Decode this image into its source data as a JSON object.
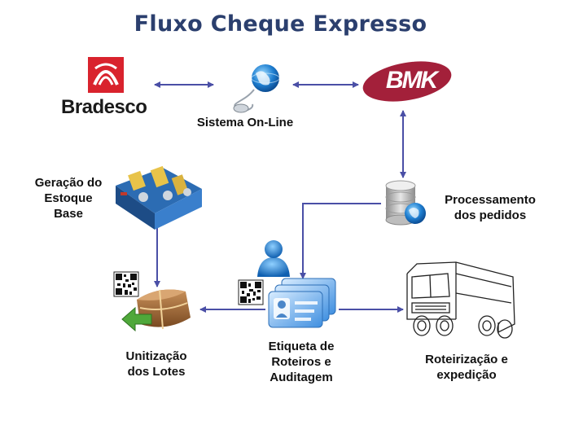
{
  "title": "Fluxo Cheque Expresso",
  "nodes": {
    "bradesco": "Bradesco",
    "sistema": "Sistema On-Line",
    "bmk": "BMK",
    "geracao": [
      "Geração do",
      "Estoque",
      "Base"
    ],
    "processamento": [
      "Processamento",
      "dos pedidos"
    ],
    "unitizacao": [
      "Unitização",
      "dos Lotes"
    ],
    "etiqueta": [
      "Etiqueta de",
      "Roteiros e",
      "Auditagem"
    ],
    "roteirizacao": [
      "Roteirização e",
      "expedição"
    ]
  },
  "colors": {
    "arrow": "#4a4fa6",
    "title": "#2b3f6e",
    "bradesco_red": "#d9232d",
    "bmk_maroon": "#a3203a",
    "globe_blue": "#1f7fd1"
  },
  "icons": {
    "bradesco": "bradesco-logo",
    "sistema": "globe-mouse-icon",
    "bmk": "bmk-logo",
    "geracao": "printing-machine-icon",
    "processamento": "database-globe-icon",
    "user": "user-icon",
    "unitizacao": "package-arrow-icon",
    "etiqueta": "id-cards-icon",
    "roteirizacao": "truck-icon",
    "barcode": "qr-code-icon"
  }
}
